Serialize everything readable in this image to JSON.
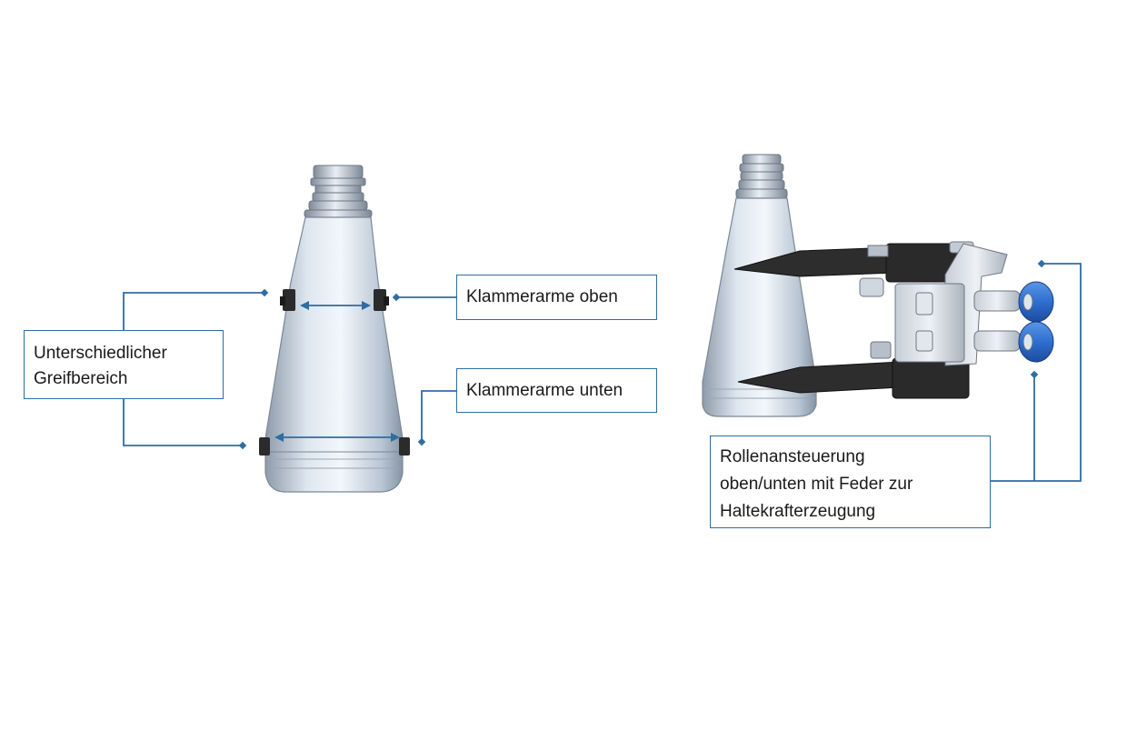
{
  "diagram": {
    "callouts": {
      "greifbereich": {
        "lines": [
          "Unterschiedlicher",
          "Greifbereich"
        ]
      },
      "klammerarme_oben": {
        "lines": [
          "Klammerarme oben"
        ]
      },
      "klammerarme_unten": {
        "lines": [
          "Klammerarme unten"
        ]
      },
      "rollenansteuerung": {
        "lines": [
          "Rollenansteuerung",
          "oben/unten mit Feder zur",
          "Haltekrafterzeugung"
        ]
      }
    },
    "colors": {
      "leader": "#2e6da4",
      "bottle_body": "#c9d6e3",
      "bottle_shade": "#8a97a5",
      "clamp": "#2b2b2b",
      "roller": "#2f6fd0"
    }
  }
}
